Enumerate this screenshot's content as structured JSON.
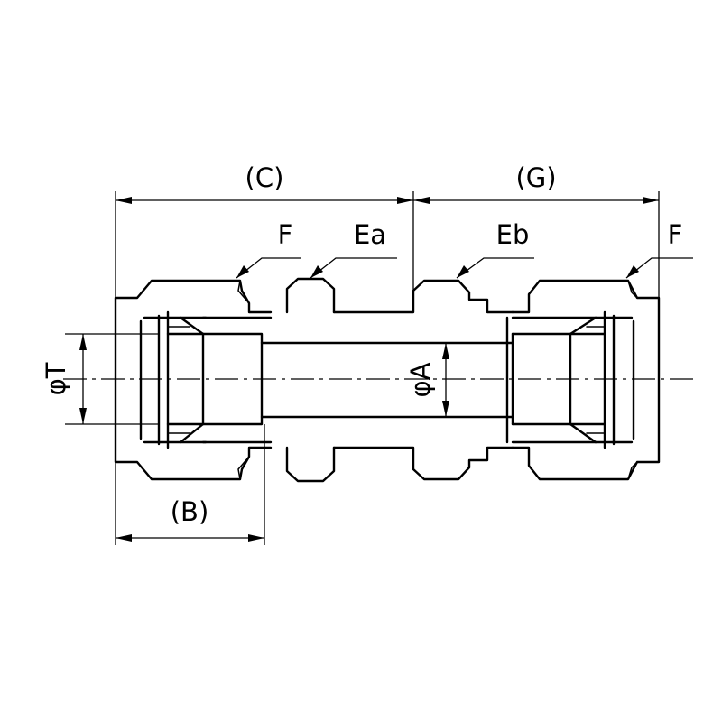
{
  "drawing": {
    "dimensions": {
      "c": "(C)",
      "g": "(G)",
      "b": "(B)",
      "phi_t": "φT",
      "phi_a": "φA"
    },
    "callouts": {
      "f_left": "F",
      "ea": "Ea",
      "eb": "Eb",
      "f_right": "F"
    }
  }
}
